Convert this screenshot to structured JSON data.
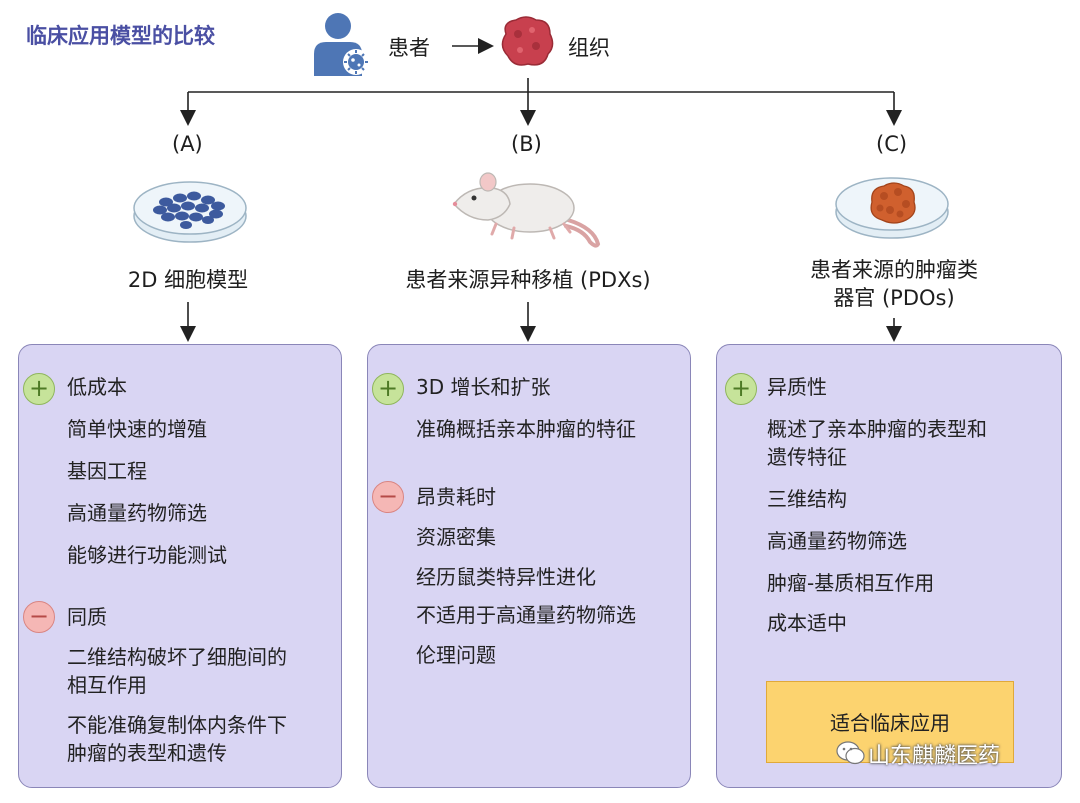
{
  "title": "临床应用模型的比较",
  "top": {
    "patient": "患者",
    "tissue": "组织"
  },
  "models": {
    "a": {
      "letter": "(A)",
      "name": "2D 细胞模型"
    },
    "b": {
      "letter": "(B)",
      "name": "患者来源异种移植 (PDXs)"
    },
    "c": {
      "letter": "(C)",
      "name_line1": "患者来源的肿瘤类",
      "name_line2": "器官 (PDOs)"
    }
  },
  "panel_a": {
    "plus_title": "低成本",
    "pros": [
      "简单快速的增殖",
      "基因工程",
      "高通量药物筛选",
      "能够进行功能测试"
    ],
    "minus_title": "同质",
    "cons": [
      "二维结构破坏了细胞间的",
      "相互作用",
      "不能准确复制体内条件下",
      "肿瘤的表型和遗传"
    ]
  },
  "panel_b": {
    "plus_title": "3D 增长和扩张",
    "pros": [
      "准确概括亲本肿瘤的特征"
    ],
    "minus_title": "昂贵耗时",
    "cons": [
      "资源密集",
      "经历鼠类特异性进化",
      "不适用于高通量药物筛选",
      "伦理问题"
    ]
  },
  "panel_c": {
    "plus_title": "异质性",
    "pros": [
      "概述了亲本肿瘤的表型和",
      "遗传特征",
      "三维结构",
      "高通量药物筛选",
      "肿瘤-基质相互作用",
      "成本适中"
    ],
    "highlight": "适合临床应用"
  },
  "watermark": "山东麒麟医药",
  "colors": {
    "panel": "#d9d5f3",
    "plus": "#c6e39a",
    "minus": "#f5b7b5",
    "highlight": "#fcd36f",
    "title": "#4a4fa3"
  }
}
